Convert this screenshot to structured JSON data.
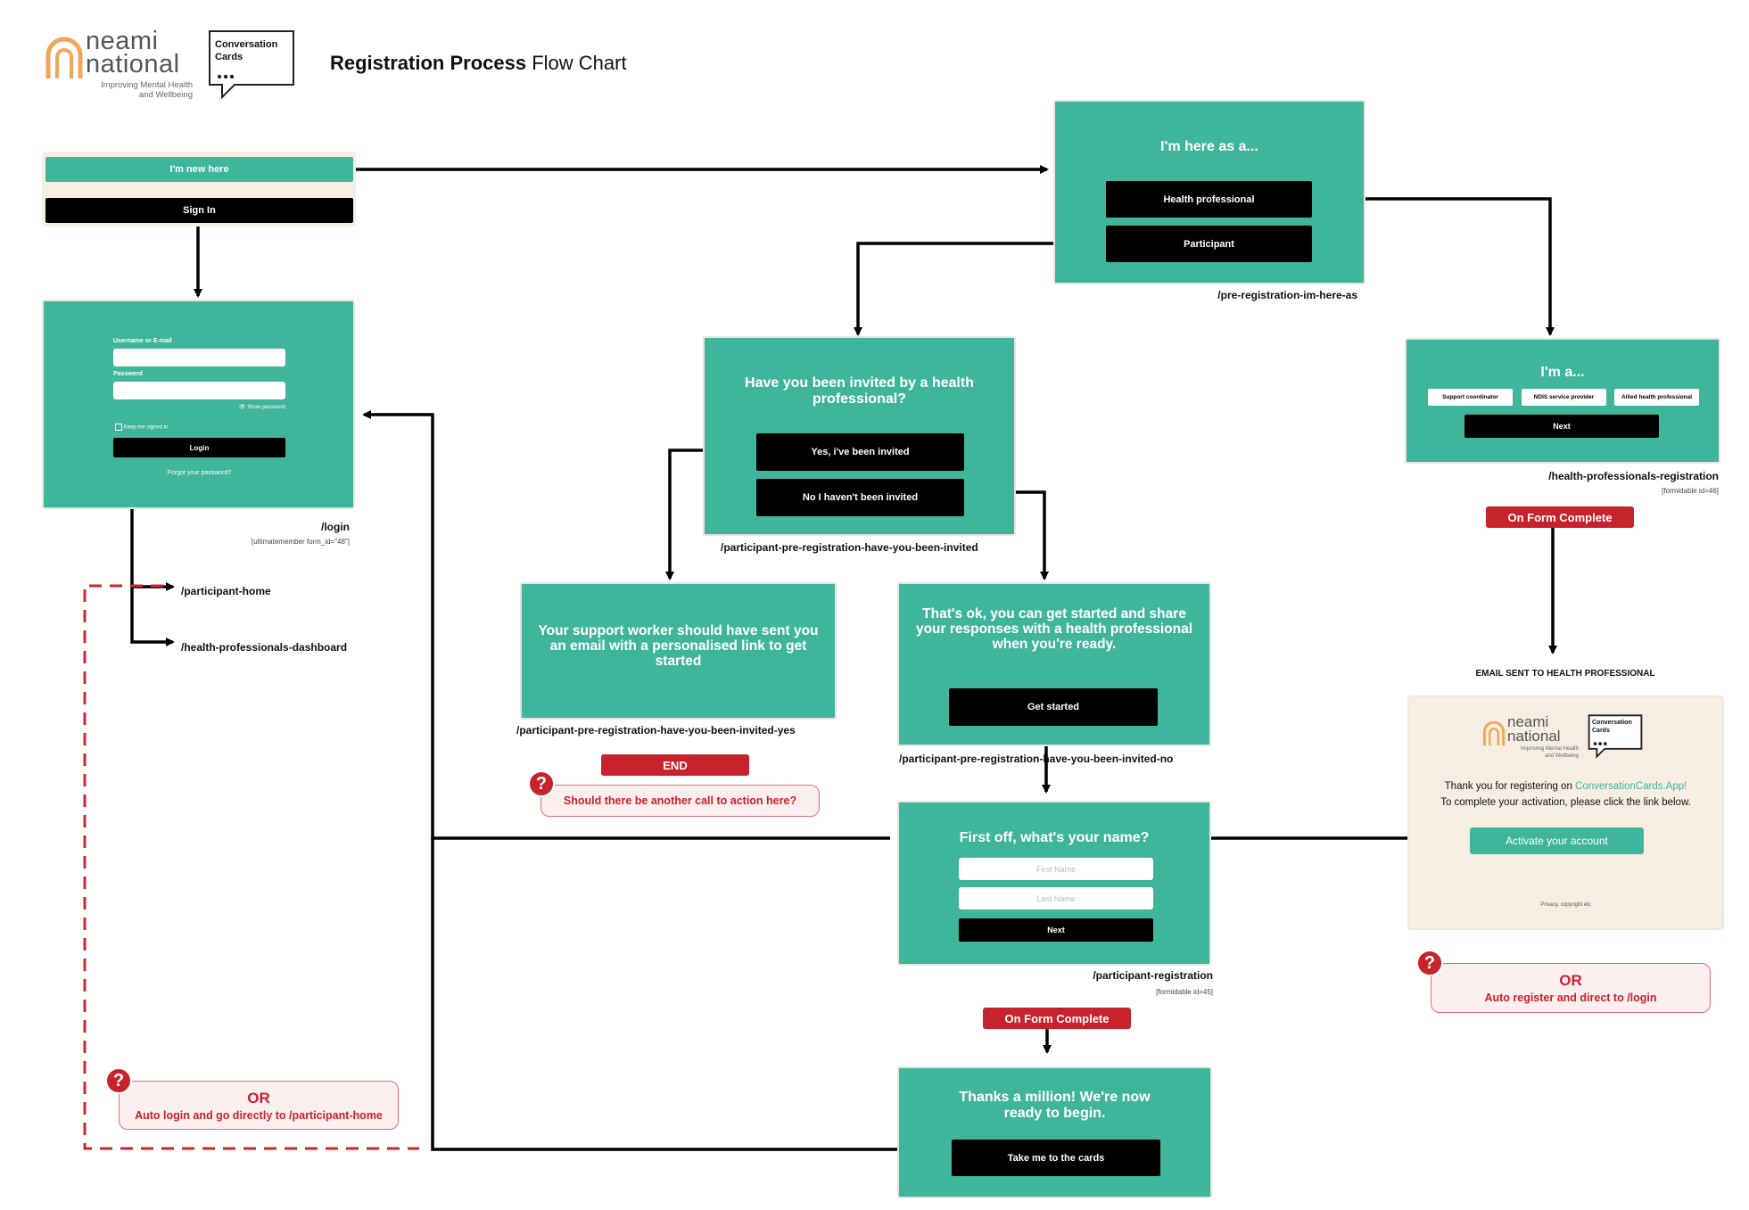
{
  "header": {
    "brand_name_line1": "neami",
    "brand_name_line2": "national",
    "brand_tagline_line1": "Improving Mental Health",
    "brand_tagline_line2": "and Wellbeing",
    "cards_logo_line1": "Conversation",
    "cards_logo_line2": "Cards",
    "title_bold": "Registration Process",
    "title_regular": "Flow Chart"
  },
  "start": {
    "new_here": "I'm new here",
    "sign_in": "Sign In"
  },
  "login": {
    "username_label": "Username or E-mail",
    "password_label": "Password",
    "show_password": "Show password",
    "keep_signed_in": "Keep me signed in",
    "login_button": "Login",
    "forgot": "Forgot your password?",
    "slug": "/login",
    "form_note": "[ultimatemember form_id=\"48\"]"
  },
  "redirects": {
    "participant_home": "/participant-home",
    "hp_dashboard": "/health-professionals-dashboard"
  },
  "auto_login_note": {
    "or": "OR",
    "text": "Auto login and go directly to /participant-home"
  },
  "here_as": {
    "title": "I'm here as a...",
    "health_professional": "Health professional",
    "participant": "Participant",
    "slug": "/pre-registration-im-here-as"
  },
  "invited": {
    "title": "Have you been invited by a health professional?",
    "yes": "Yes, i've been invited",
    "no": "No I haven't been invited",
    "slug": "/participant-pre-registration-have-you-been-invited"
  },
  "invited_yes": {
    "text": "Your support worker should have sent you an email with a personalised link to get started",
    "slug": "/participant-pre-registration-have-you-been-invited-yes",
    "end": "END",
    "question": "Should there be another call to action here?"
  },
  "invited_no": {
    "text": "That's ok, you can get started and share your responses with a health professional when you're ready.",
    "button": "Get started",
    "slug": "/participant-pre-registration-have-you-been-invited-no"
  },
  "name_form": {
    "title": "First off, what's your name?",
    "first_name": "First Name",
    "last_name": "Last Name",
    "next": "Next",
    "slug": "/participant-registration",
    "form_note": "[formidable id=45]",
    "on_complete": "On Form Complete"
  },
  "thanks": {
    "title": "Thanks a million! We're now ready to begin.",
    "button": "Take me to the cards"
  },
  "hp_reg": {
    "title": "I'm a...",
    "opt1": "Support coordinator",
    "opt2": "NDIS service provider",
    "opt3": "Allied health professional",
    "next": "Next",
    "slug": "/health-professionals-registration",
    "form_note": "[formidable id=46]",
    "on_complete": "On Form Complete"
  },
  "email": {
    "label": "EMAIL SENT TO HEALTH PROFESSIONAL",
    "thanks_prefix": "Thank you for registering on ",
    "app_link": "ConversationCards.App!",
    "instruction": "To complete your activation, please click the link below.",
    "activate": "Activate your account",
    "footer": "Privacy, copyright etc"
  },
  "auto_register_note": {
    "or": "OR",
    "text": "Auto register and direct to /login"
  },
  "colors": {
    "teal": "#3fb59b",
    "red": "#c8232c",
    "black": "#000000",
    "cream": "#f7eee3",
    "orange": "#f2a65a"
  }
}
